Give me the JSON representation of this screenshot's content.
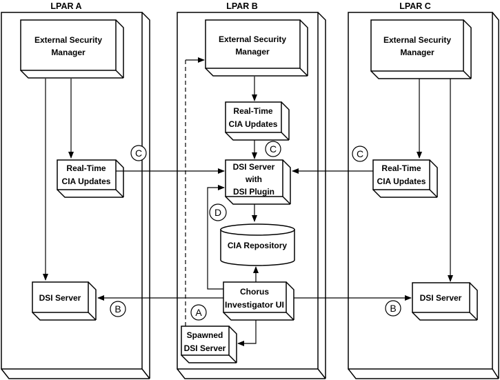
{
  "lpars": {
    "a": {
      "title": "LPAR A",
      "esm": [
        "External Security",
        "Manager"
      ],
      "updates": [
        "Real-Time",
        "CIA Updates"
      ],
      "dsi": "DSI Server"
    },
    "b": {
      "title": "LPAR B",
      "esm": [
        "External Security",
        "Manager"
      ],
      "updates": [
        "Real-Time",
        "CIA Updates"
      ],
      "dsi": [
        "DSI Server",
        "with",
        "DSI Plugin"
      ],
      "repository": "CIA Repository",
      "chorus": [
        "Chorus",
        "Investigator UI"
      ],
      "spawned": [
        "Spawned",
        "DSI Server"
      ]
    },
    "c": {
      "title": "LPAR C",
      "esm": [
        "External Security",
        "Manager"
      ],
      "updates": [
        "Real-Time",
        "CIA Updates"
      ],
      "dsi": "DSI Server"
    }
  },
  "badges": {
    "spawn_flow": "A",
    "investigate_flow": "B",
    "updates_flow": "C",
    "repository_flow": "D"
  },
  "colors": {
    "line": "#000000",
    "background": "#ffffff",
    "box_fill": "#ffffff"
  }
}
